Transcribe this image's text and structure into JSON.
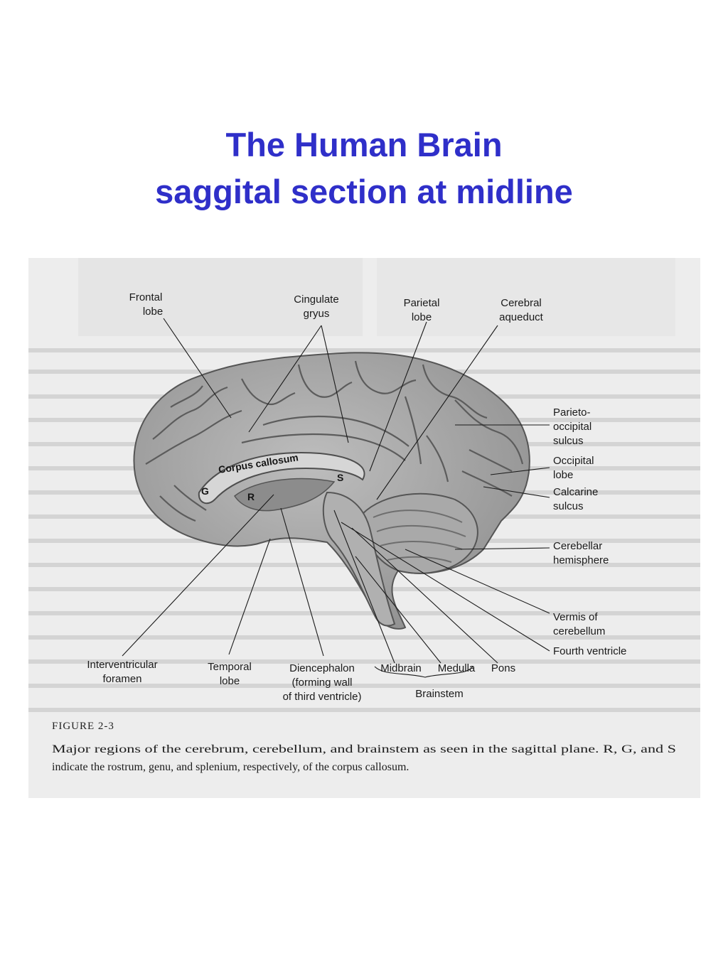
{
  "title": {
    "line1": "The Human Brain",
    "line2": "saggital section at midline"
  },
  "figure": {
    "labels": {
      "frontal_1": "Frontal",
      "frontal_2": "lobe",
      "cingulate_1": "Cingulate",
      "cingulate_2": "gryus",
      "parietal_1": "Parietal",
      "parietal_2": "lobe",
      "aqueduct_1": "Cerebral",
      "aqueduct_2": "aqueduct",
      "parieto_1": "Parieto-",
      "parieto_2": "occipital",
      "parieto_3": "sulcus",
      "occipital_1": "Occipital",
      "occipital_2": "lobe",
      "calcarine_1": "Calcarine",
      "calcarine_2": "sulcus",
      "cerebellar_1": "Cerebellar",
      "cerebellar_2": "hemisphere",
      "vermis_1": "Vermis of",
      "vermis_2": "cerebellum",
      "fourth": "Fourth ventricle",
      "interventricular_1": "Interventricular",
      "interventricular_2": "foramen",
      "temporal_1": "Temporal",
      "temporal_2": "lobe",
      "diencephalon_1": "Diencephalon",
      "diencephalon_2": "(forming wall",
      "diencephalon_3": "of third ventricle)",
      "midbrain": "Midbrain",
      "medulla": "Medulla",
      "pons": "Pons",
      "brainstem": "Brainstem",
      "corpus_callosum": "Corpus callosum",
      "g": "G",
      "r": "R",
      "s": "S"
    },
    "caption": {
      "heading": "FIGURE 2-3",
      "line1": "Major regions of the cerebrum, cerebellum, and brainstem as seen in the sagittal plane. R, G, and S",
      "line2": "indicate the rostrum, genu, and splenium, respectively, of the corpus callosum."
    }
  }
}
